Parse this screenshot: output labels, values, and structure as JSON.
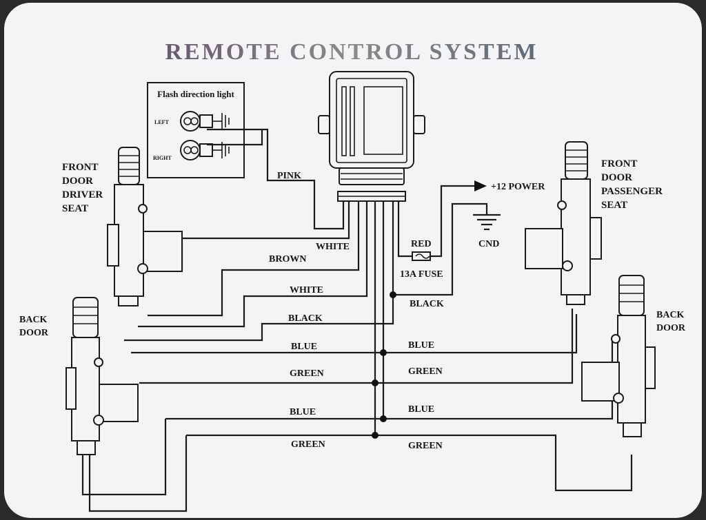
{
  "diagram": {
    "title": "REMOTE CONTROL SYSTEM",
    "flash_box": {
      "heading": "Flash direction light",
      "left": "LEFT",
      "right": "RIGHT"
    },
    "doors": {
      "front_driver": [
        "FRONT",
        "DOOR",
        "DRIVER",
        "SEAT"
      ],
      "front_passenger": [
        "FRONT",
        "DOOR",
        "PASSENGER",
        "SEAT"
      ],
      "back_left": [
        "BACK",
        "DOOR"
      ],
      "back_right": [
        "BACK",
        "DOOR"
      ]
    },
    "power": {
      "plus12": "+12 POWER",
      "ground": "CND",
      "fuse": "13A FUSE"
    },
    "wires": {
      "pink": "PINK",
      "white_top": "WHITE",
      "brown": "BROWN",
      "red": "RED",
      "white": "WHITE",
      "black_left": "BLACK",
      "black_right": "BLACK",
      "blue_1_left": "BLUE",
      "blue_1_right": "BLUE",
      "green_1_left": "GREEN",
      "green_1_right": "GREEN",
      "blue_2_left": "BLUE",
      "blue_2_right": "BLUE",
      "green_2_left": "GREEN",
      "green_2_right": "GREEN"
    },
    "colors": {
      "card": "#f4f4f6",
      "ink": "#1a1a1a",
      "background": "#2a2a2a"
    }
  }
}
